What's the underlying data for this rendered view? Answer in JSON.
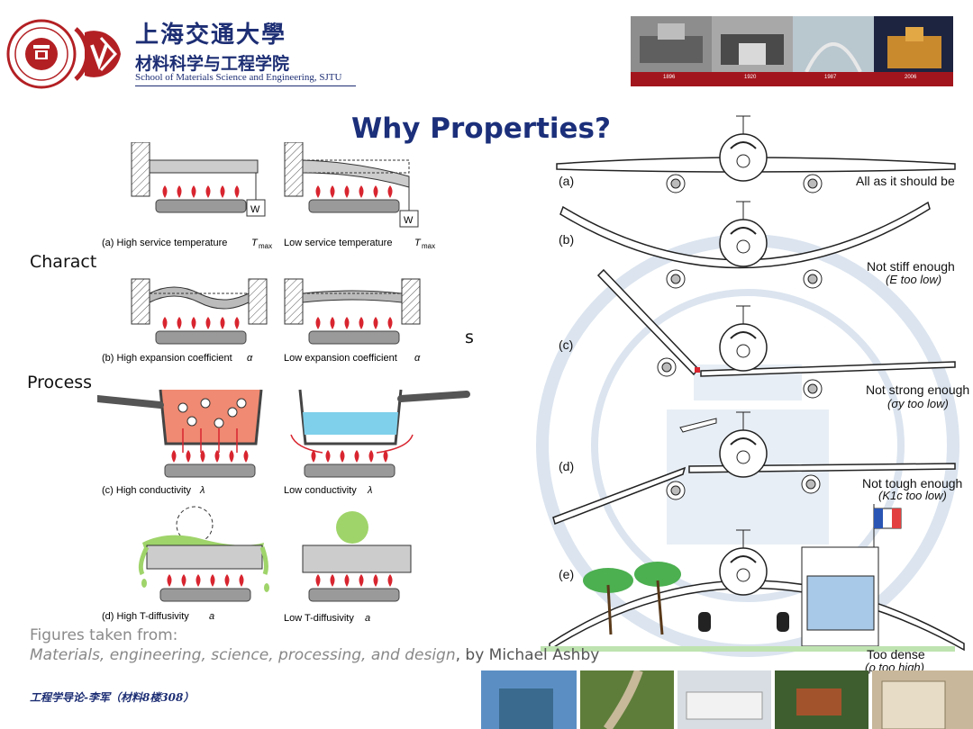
{
  "header": {
    "university_cn": "上海交通大學",
    "school_cn": "材料科学与工程学院",
    "school_en": "School of Materials Science and Engineering, SJTU",
    "photo_years": [
      "1896",
      "1920",
      "1987",
      "2006"
    ]
  },
  "slide": {
    "title": "Why Properties?",
    "side_words": [
      "Charact",
      "Process",
      "s"
    ]
  },
  "heat_figure": {
    "captions": {
      "a_high": "(a) High service temperature",
      "a_low": "Low service temperature",
      "a_symbol": "T",
      "a_sub": "max",
      "b_high": "(b) High expansion coefficient",
      "b_low": "Low expansion coefficient",
      "b_symbol": "α",
      "c_high": "(c) High conductivity",
      "c_low": "Low conductivity",
      "c_symbol": "λ",
      "d_high": "(d) High T-diffusivity",
      "d_low": "Low T-diffusivity",
      "d_symbol": "a",
      "weight": "W"
    }
  },
  "plane_figure": {
    "rows": [
      {
        "letter": "(a)",
        "label": "All as it should be",
        "sub": ""
      },
      {
        "letter": "(b)",
        "label": "Not stiff enough",
        "sub": "(E too low)"
      },
      {
        "letter": "(c)",
        "label": "Not strong enough",
        "sub": "(σy too low)"
      },
      {
        "letter": "(d)",
        "label": "Not tough enough",
        "sub": "(K1c too low)"
      },
      {
        "letter": "(e)",
        "label": "Too dense",
        "sub": "(ρ too high)"
      }
    ]
  },
  "source": {
    "intro": "Figures taken from:",
    "book": "Materials, engineering, science, processing, and design",
    "author": ", by Michael Ashby"
  },
  "footer": {
    "text": "工程学导论-李军（材料8楼308）"
  },
  "colors": {
    "title_blue": "#1b2f7a",
    "sjtu_red": "#b32024",
    "flame_red": "#d8252f",
    "hot_fluid": "#f08a72",
    "cool_fluid": "#7fd0ea",
    "diffusivity_green": "#9fd46a"
  }
}
